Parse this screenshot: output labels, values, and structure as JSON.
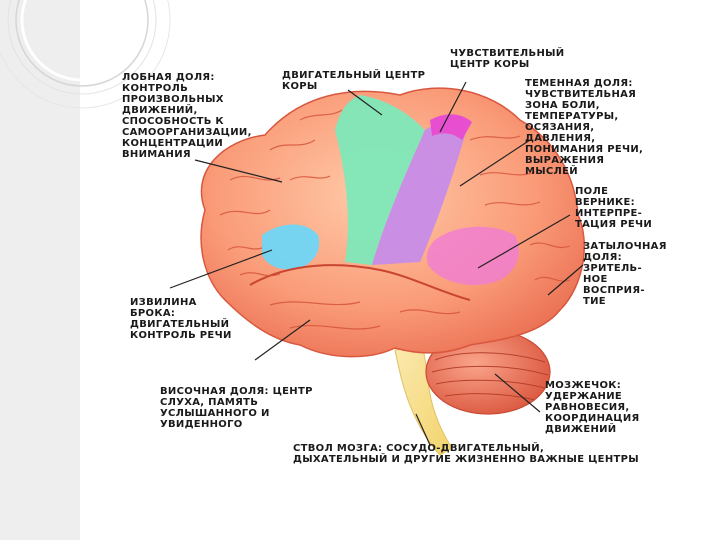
{
  "labels": {
    "frontal": "ЛОБНАЯ ДОЛЯ:\nКОНТРОЛЬ\nПРОИЗВОЛЬНЫХ\nДВИЖЕНИЙ,\nСПОСОБНОСТЬ К\nСАМООРГАНИЗАЦИИ,\nКОНЦЕНТРАЦИИ\nВНИМАНИЯ",
    "motor_cortex": "ДВИГАТЕЛЬНЫЙ ЦЕНТР\nКОРЫ",
    "sensory_cortex": "ЧУВСТВИТЕЛЬНЫЙ\nЦЕНТР КОРЫ",
    "parietal": "ТЕМЕННАЯ ДОЛЯ:\nЧУВСТВИТЕЛЬНАЯ\nЗОНА БОЛИ,\nТЕМПЕРАТУРЫ,\nОСЯЗАНИЯ,\nДАВЛЕНИЯ,\nПОНИМАНИЯ РЕЧИ,\nВЫРАЖЕНИЯ\nМЫСЛЕЙ",
    "wernicke": "ПОЛЕ\nВЕРНИКЕ:\nИНТЕРПРЕ-\nТАЦИЯ РЕЧИ",
    "occipital": "ЗАТЫЛОЧНАЯ\nДОЛЯ:\nЗРИТЕЛЬ-\nНОЕ\nВОСПРИЯ-\nТИЕ",
    "broca": "ИЗВИЛИНА\nБРОКА:\nДВИГАТЕЛЬНЫЙ\nКОНТРОЛЬ РЕЧИ",
    "temporal": "ВИСОЧНАЯ ДОЛЯ: ЦЕНТР\nСЛУХА, ПАМЯТЬ\nУСЛЫШАННОГО И\nУВИДЕННОГО",
    "cerebellum": "МОЗЖЕЧОК:\nУДЕРЖАНИЕ\nРАВНОВЕСИЯ,\nКООРДИНАЦИЯ\nДВИЖЕНИЙ",
    "brainstem": "СТВОЛ МОЗГА: СОСУДО-ДВИГАТЕЛЬНЫЙ,\nДЫХАТЕЛЬНЫЙ И ДРУГИЕ ЖИЗНЕННО ВАЖНЫЕ ЦЕНТРЫ"
  },
  "colors": {
    "cortex": "#fa9b78",
    "cortex_dark": "#e85b44",
    "motor": "#7ee8b8",
    "sensory": "#c78ce8",
    "sensory_top": "#e84fd0",
    "wernicke": "#f07fd0",
    "broca": "#6fd6f5",
    "cerebellum": "#f2866e",
    "brainstem": "#f7e49a",
    "background_band": "#eeeeee"
  }
}
